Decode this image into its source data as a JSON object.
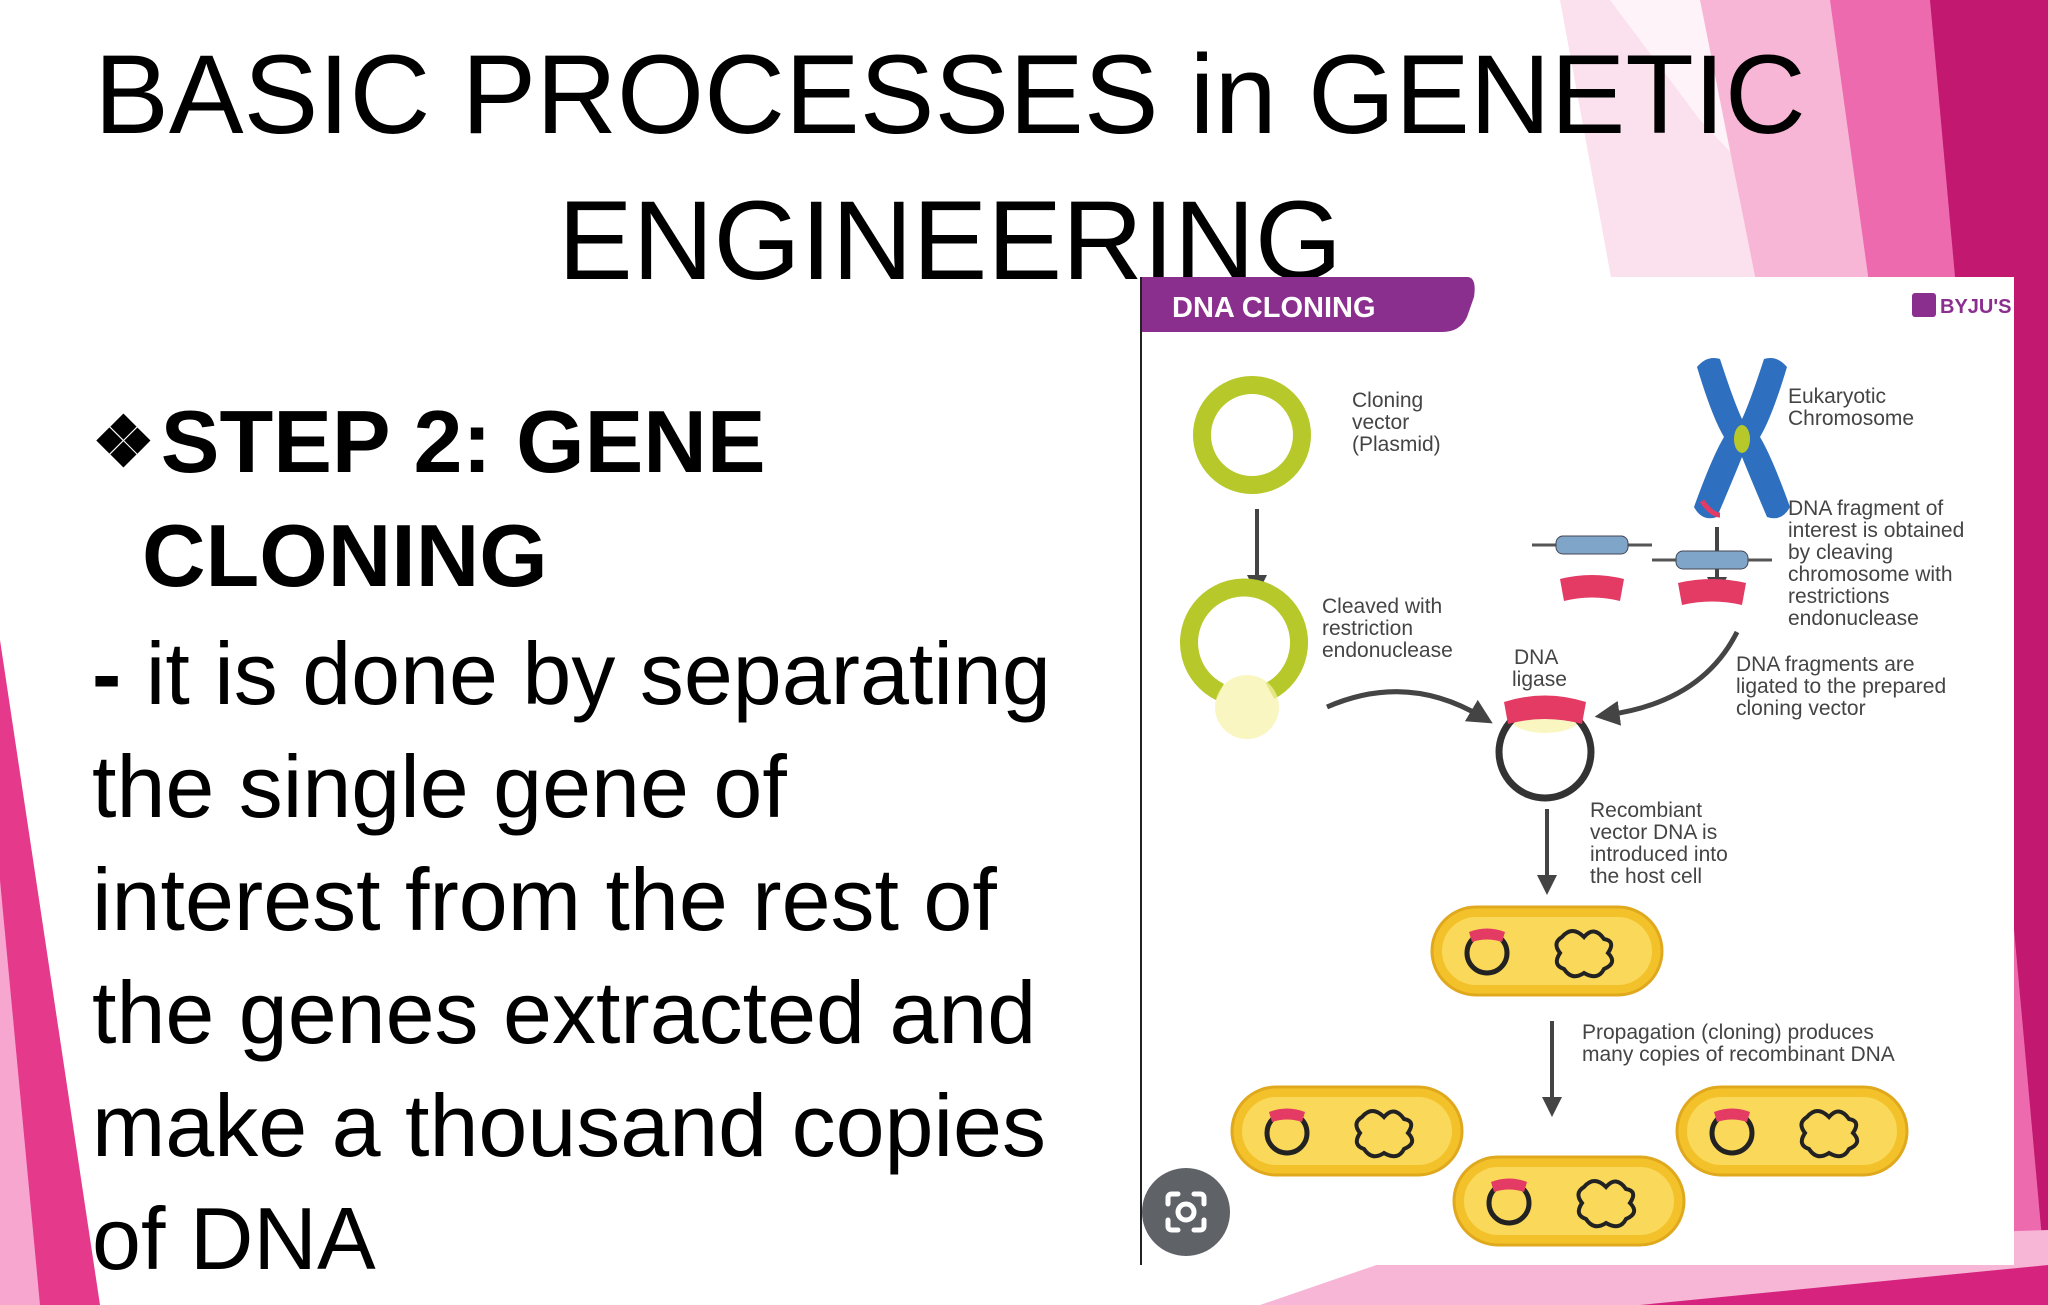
{
  "slide": {
    "title_line1": "BASIC PROCESSES in GENETIC",
    "title_line2": "ENGINEERING",
    "step_line1": "STEP 2: GENE",
    "step_line2": "CLONING",
    "body_dash": "-",
    "body_lines": [
      "it is done by separating",
      "the single gene of",
      "interest from the rest of",
      "the genes extracted and",
      "make a thousand copies",
      "of DNA"
    ]
  },
  "figure": {
    "banner": "DNA CLONING",
    "brand": "BYJU'S",
    "labels": {
      "vector": [
        "Cloning",
        "vector",
        "(Plasmid)"
      ],
      "chromosome": [
        "Eukaryotic",
        "Chromosome"
      ],
      "fragment": [
        "DNA fragment of",
        "interest is obtained",
        "by cleaving",
        "chromosome with",
        "restrictions",
        "endonuclease"
      ],
      "cleaved": [
        "Cleaved with",
        "restriction",
        "endonuclease"
      ],
      "ligase": [
        "DNA",
        "ligase"
      ],
      "ligated": [
        "DNA fragments are",
        "ligated to the prepared",
        "cloning vector"
      ],
      "recombinant": [
        "Recombiant",
        "vector DNA is",
        "introduced into",
        "the host cell"
      ],
      "propagation": [
        "Propagation (cloning) produces",
        "many copies of recombinant DNA"
      ]
    }
  },
  "colors": {
    "accent_pink": "#e5398c",
    "light_pink": "#f9c8e0",
    "banner_purple": "#8b2f8f",
    "plasmid_green": "#b6c82a",
    "cell_yellow": "#f3c22b",
    "chromosome_blue": "#2f6fc0",
    "fragment_red": "#e33b64"
  },
  "icons": {
    "lens": "lens-search-icon"
  }
}
